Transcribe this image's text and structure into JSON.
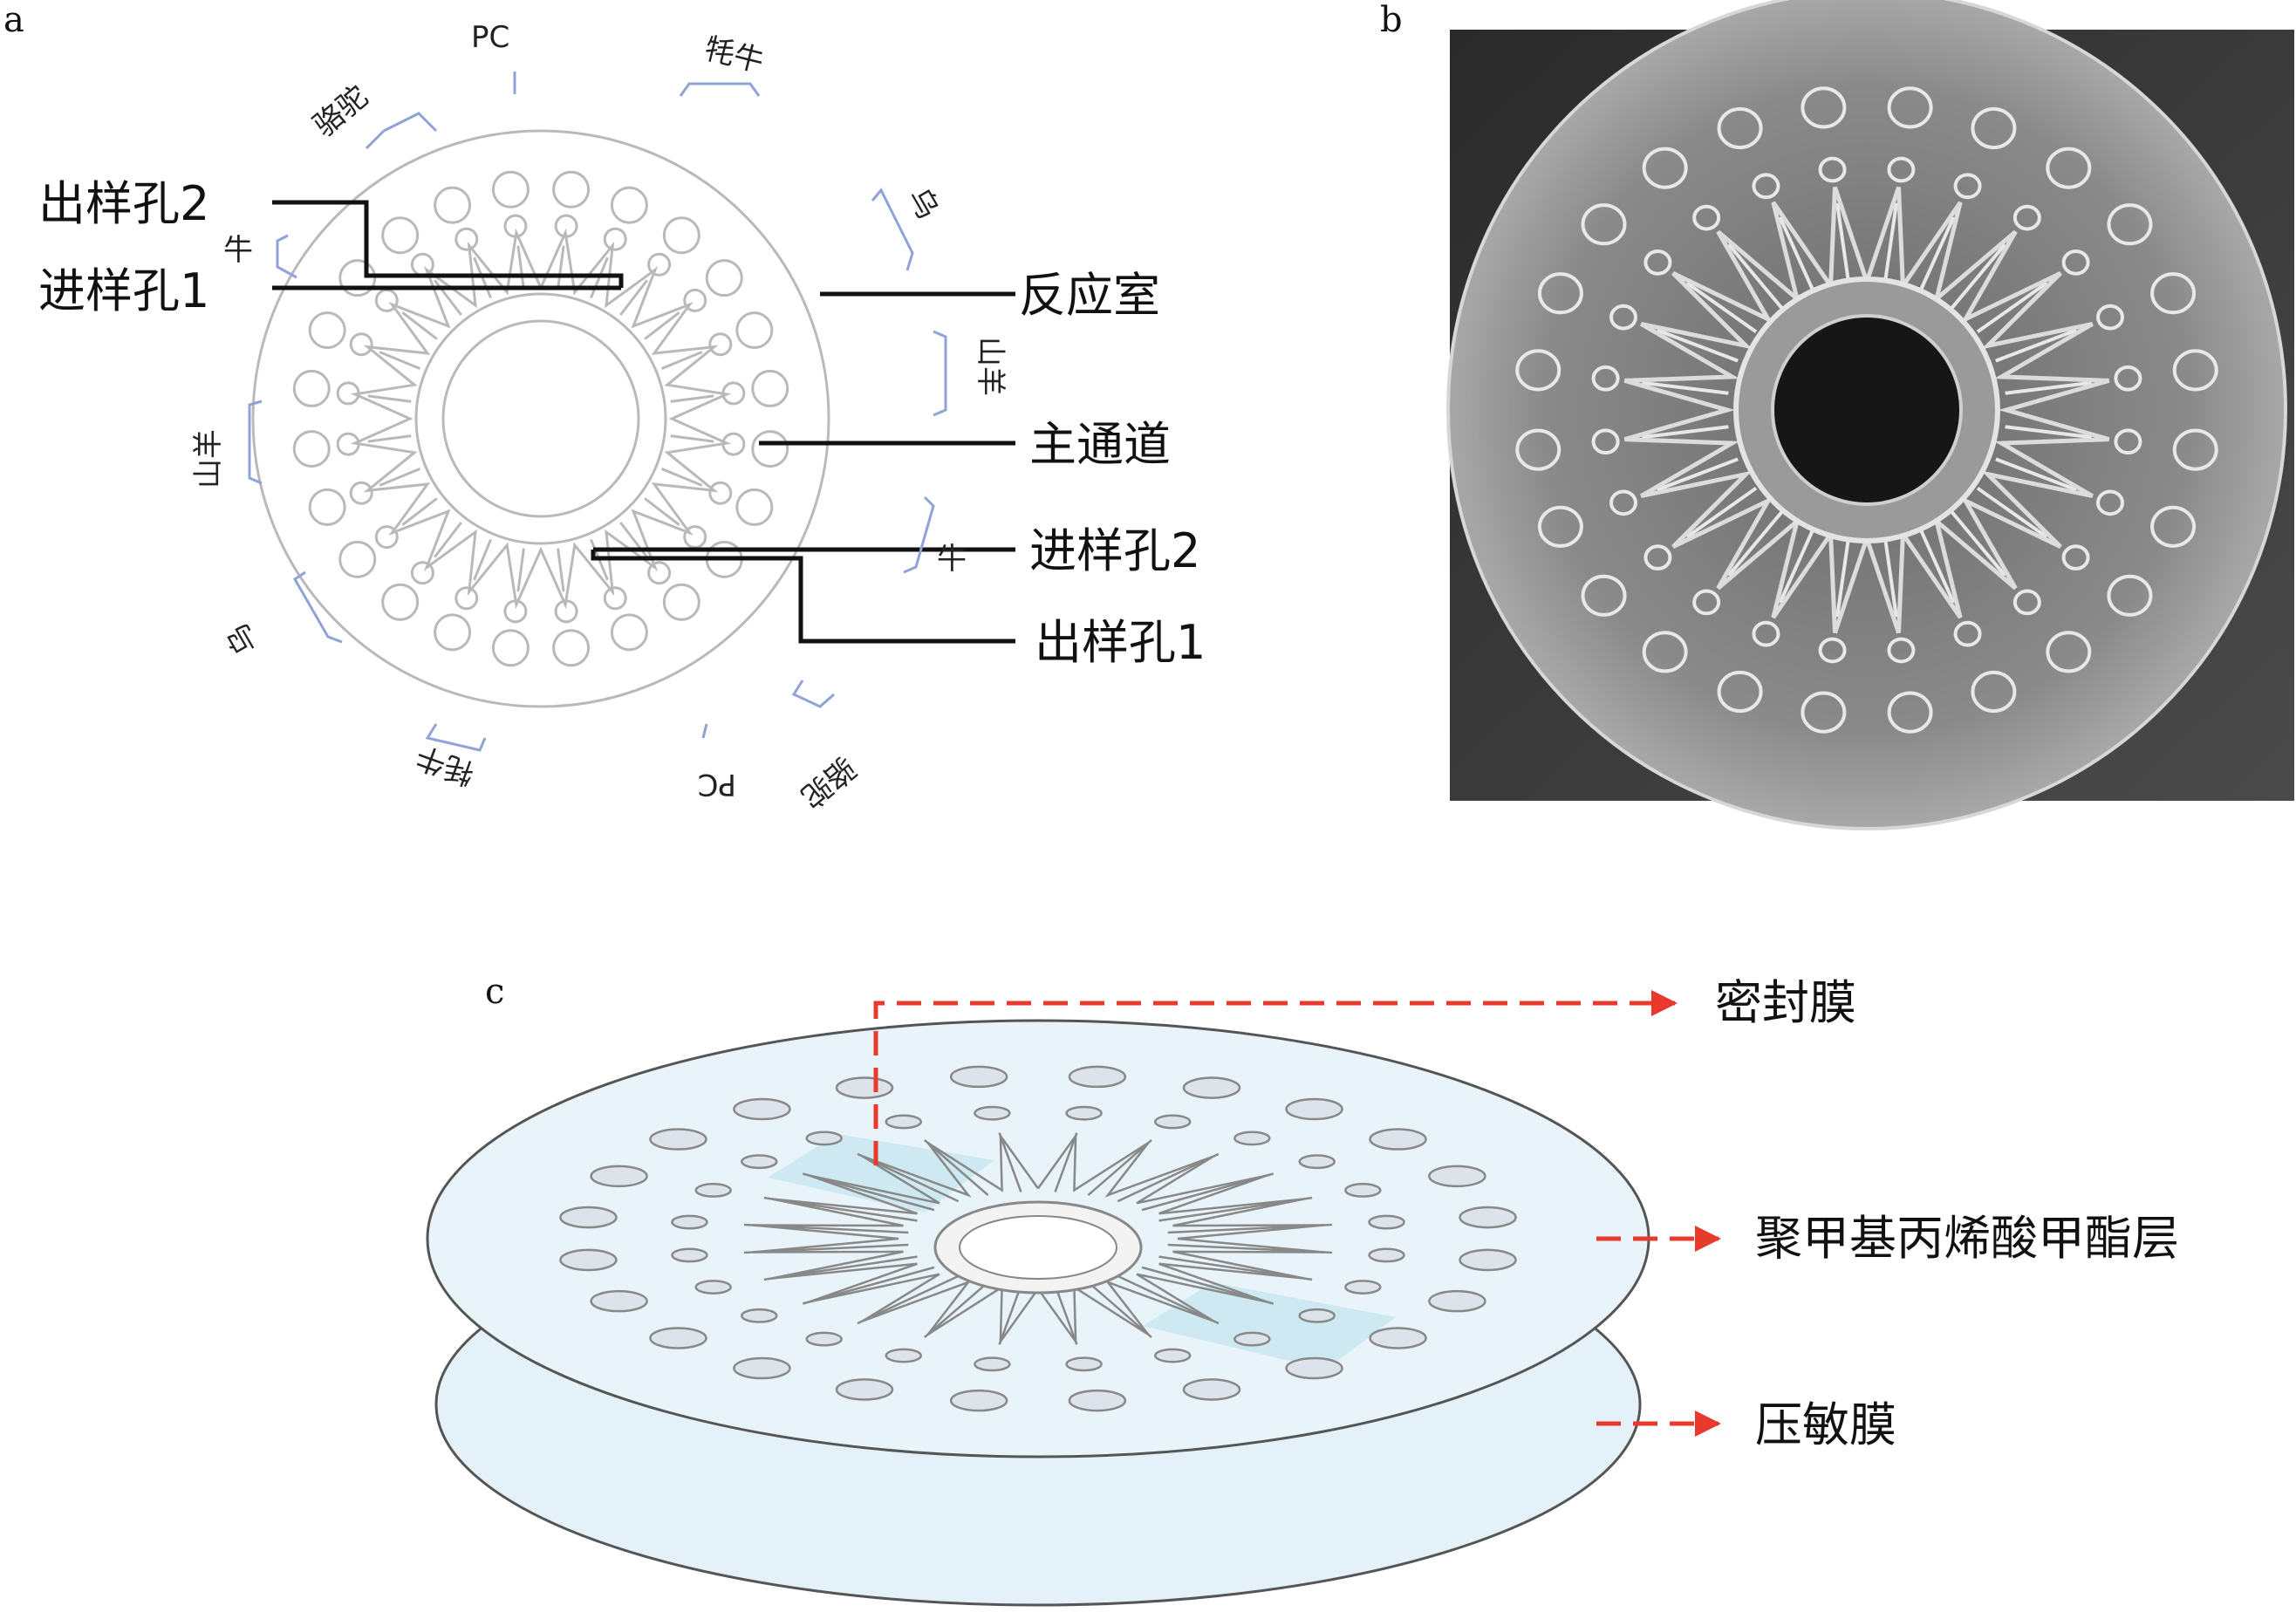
{
  "panels": {
    "a": "a",
    "b": "b",
    "c": "c"
  },
  "panel_a": {
    "callouts": {
      "outlet2": "出样孔2",
      "inlet1": "进样孔1",
      "reaction_chamber": "反应室",
      "main_channel": "主通道",
      "inlet2": "进样孔2",
      "outlet1": "出样孔1"
    },
    "species": {
      "pc_top": "PC",
      "yak_top": "牦牛",
      "camel_top": "骆驼",
      "cattle_left": "牛",
      "goat_left": "山羊",
      "chicken_left": "乌",
      "yak_bottom": "牦牛",
      "pc_bottom": "PC",
      "camel_bottom": "骆驼",
      "cattle_right": "牛",
      "goat_right": "山羊",
      "chicken_right": "乌"
    }
  },
  "panel_c": {
    "layers": {
      "seal_film": "密封膜",
      "pmma_layer": "聚甲基丙烯酸甲酯层",
      "pressure_film": "压敏膜"
    }
  },
  "colors": {
    "leader_line": "#111111",
    "dashed_arrow": "#e8392d",
    "bracket": "#8fa3d8",
    "disc_fill": "#e4f1f8",
    "photo_bg": "#3a3a3a"
  }
}
